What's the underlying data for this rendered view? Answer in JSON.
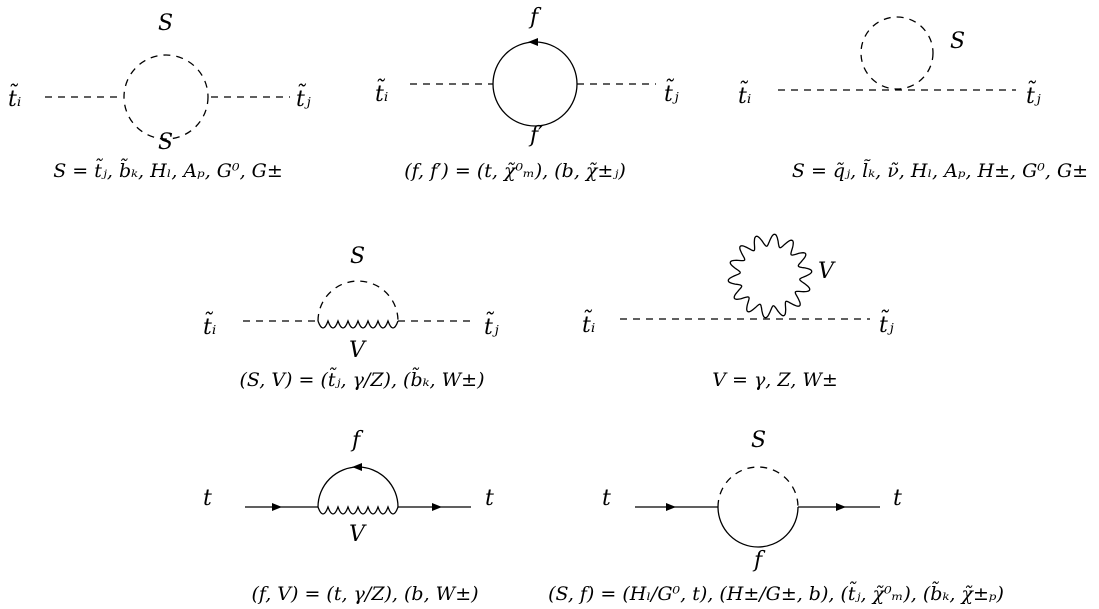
{
  "diagrams": [
    {
      "incoming": "t̃ᵢ",
      "outgoing": "t̃ⱼ",
      "loop_top": "S",
      "loop_bottom": "S",
      "caption": "S = t̃ⱼ, b̃ₖ, Hₗ, Aₚ, G⁰, G±"
    },
    {
      "incoming": "t̃ᵢ",
      "outgoing": "t̃ⱼ",
      "loop_top": "f",
      "loop_bottom": "f′",
      "caption": "(f, f′) = (t, χ̃⁰ₘ), (b, χ̃±ⱼ)"
    },
    {
      "incoming": "t̃ᵢ",
      "outgoing": "t̃ⱼ",
      "loop_label": "S",
      "caption": "S = q̃ⱼ, l̃ₖ, ν̃, Hₗ, Aₚ, H±, G⁰, G±"
    },
    {
      "incoming": "t̃ᵢ",
      "outgoing": "t̃ⱼ",
      "loop_top": "S",
      "loop_bottom": "V",
      "caption": "(S, V) = (t̃ⱼ, γ/Z), (b̃ₖ, W±)"
    },
    {
      "incoming": "t̃ᵢ",
      "outgoing": "t̃ⱼ",
      "loop_label": "V",
      "caption": "V = γ, Z, W±"
    },
    {
      "incoming": "t",
      "outgoing": "t",
      "loop_top": "f",
      "loop_bottom": "V",
      "caption": "(f, V) = (t, γ/Z), (b, W±)"
    },
    {
      "incoming": "t",
      "outgoing": "t",
      "loop_top": "S",
      "loop_bottom": "f",
      "caption": "(S, f) = (Hₗ/G⁰, t), (H±/G±, b), (t̃ⱼ, χ̃⁰ₘ), (b̃ₖ, χ̃±ₚ)"
    }
  ]
}
